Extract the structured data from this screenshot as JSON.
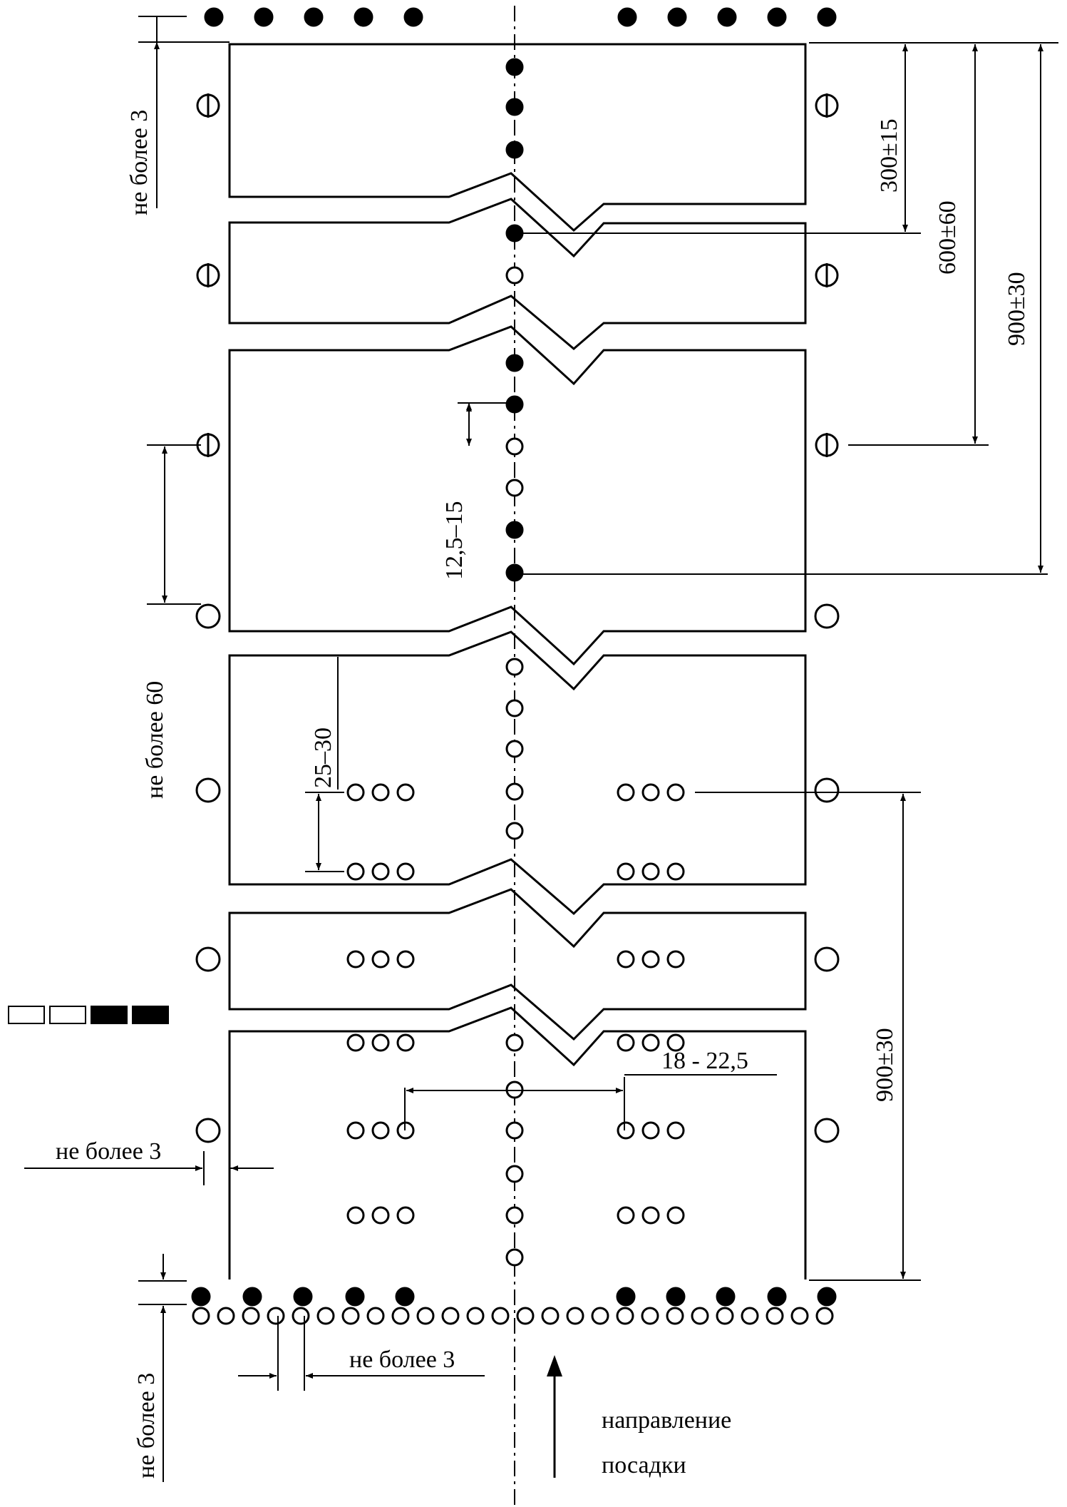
{
  "dimensions": {
    "edge_top": "не более 3",
    "gap_a": "300±15",
    "gap_b": "600±60",
    "gap_c": "900±30",
    "hole_spacing": "12,5–15",
    "edge_side": "не более 60",
    "row_spacing": "25–30",
    "row_offset": "18 - 22,5",
    "edge_left": "не более 3",
    "gap_d": "900±30",
    "edge_bottom": "не более 3",
    "hole_gap": "не более 3"
  },
  "direction": {
    "line1": "направление",
    "line2": "посадки"
  },
  "colors": {
    "ink": "#000000",
    "paper": "#ffffff"
  }
}
